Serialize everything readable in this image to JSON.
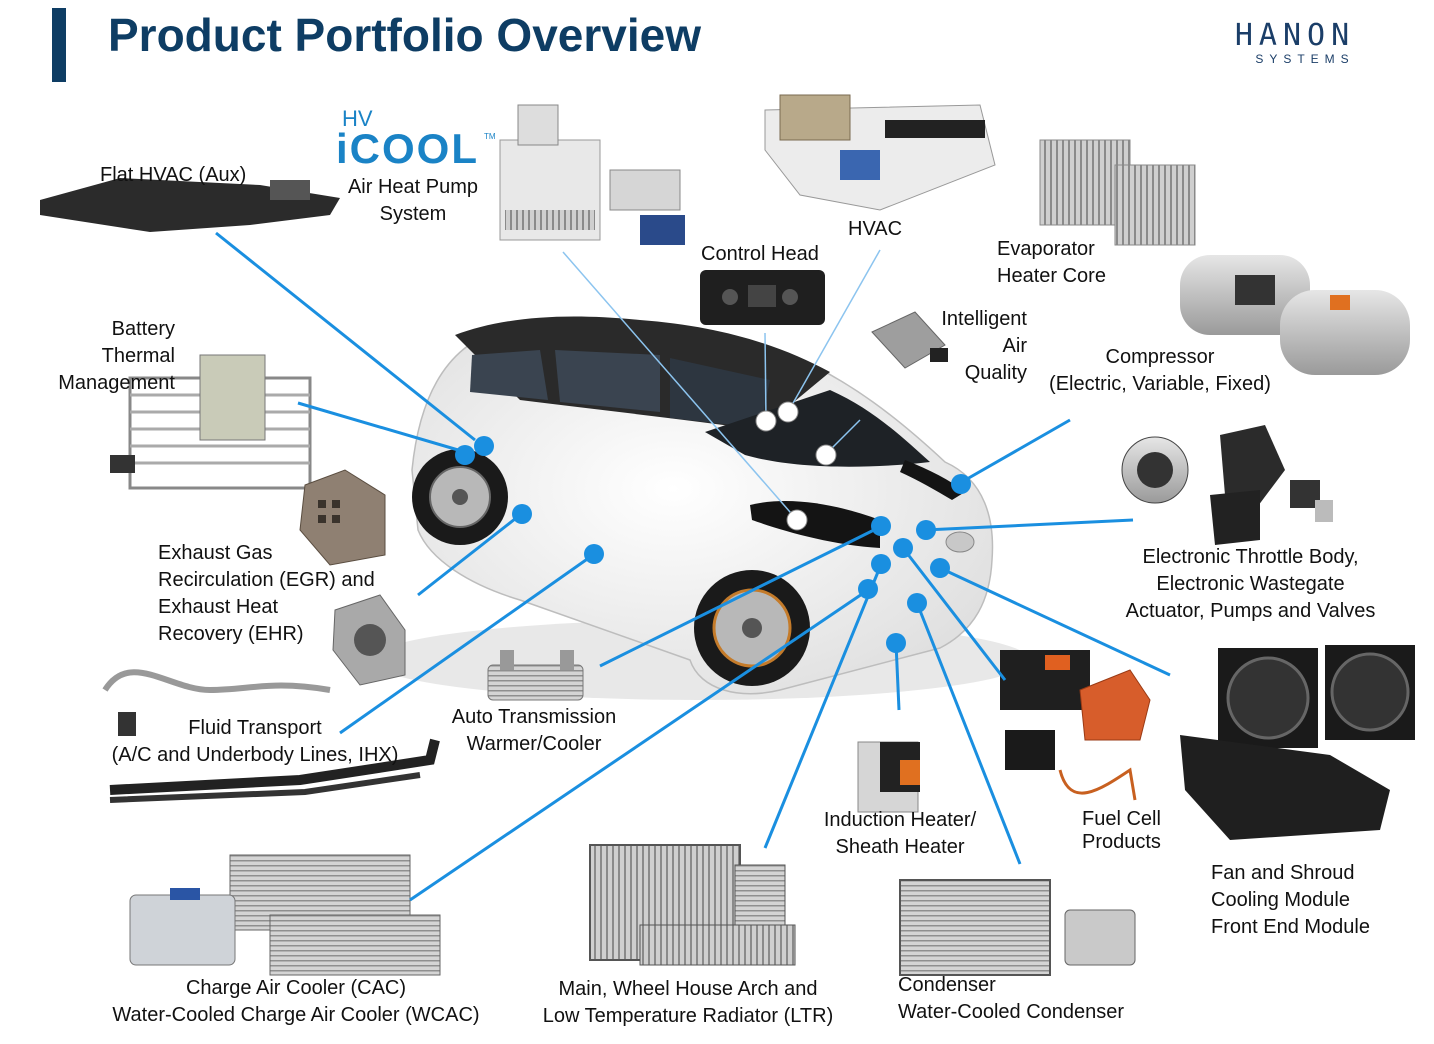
{
  "header": {
    "title": "Product Portfolio Overview",
    "logo_main": "HANON",
    "logo_sub": "SYSTEMS"
  },
  "branding": {
    "icool_prefix": "HV",
    "icool_word": "iCOOL",
    "icool_tm": "TM"
  },
  "colors": {
    "title": "#0e3d64",
    "accent_line": "#1a8fe0",
    "dot": "#1a8fe0",
    "logo_blue": "#1b3e68",
    "logo_red": "#d0342c"
  },
  "labels": {
    "flat_hvac": "Flat HVAC (Aux)",
    "heat_pump": "Air Heat Pump\nSystem",
    "control_head": "Control Head",
    "hvac": "HVAC",
    "evaporator": "Evaporator\nHeater Core",
    "battery": "Battery\nThermal\nManagement",
    "air_quality": "Intelligent\nAir\nQuality",
    "compressor": "Compressor\n(Electric, Variable, Fixed)",
    "egr": "Exhaust Gas\nRecirculation (EGR) and\nExhaust Heat\nRecovery (EHR)",
    "throttle": "Electronic Throttle Body,\nElectronic Wastegate\nActuator, Pumps and Valves",
    "fluid": "Fluid Transport\n(A/C and Underbody Lines, IHX)",
    "transmission": "Auto Transmission\nWarmer/Cooler",
    "induction": "Induction Heater/\nSheath Heater",
    "fuel_cell": "Fuel Cell\nProducts",
    "fan": "Fan and Shroud\nCooling Module\nFront End Module",
    "cac": "Charge Air Cooler (CAC)\nWater-Cooled Charge Air Cooler (WCAC)",
    "radiator": "Main, Wheel House Arch and\nLow Temperature Radiator (LTR)",
    "condenser": "Condenser\nWater-Cooled Condenser"
  }
}
